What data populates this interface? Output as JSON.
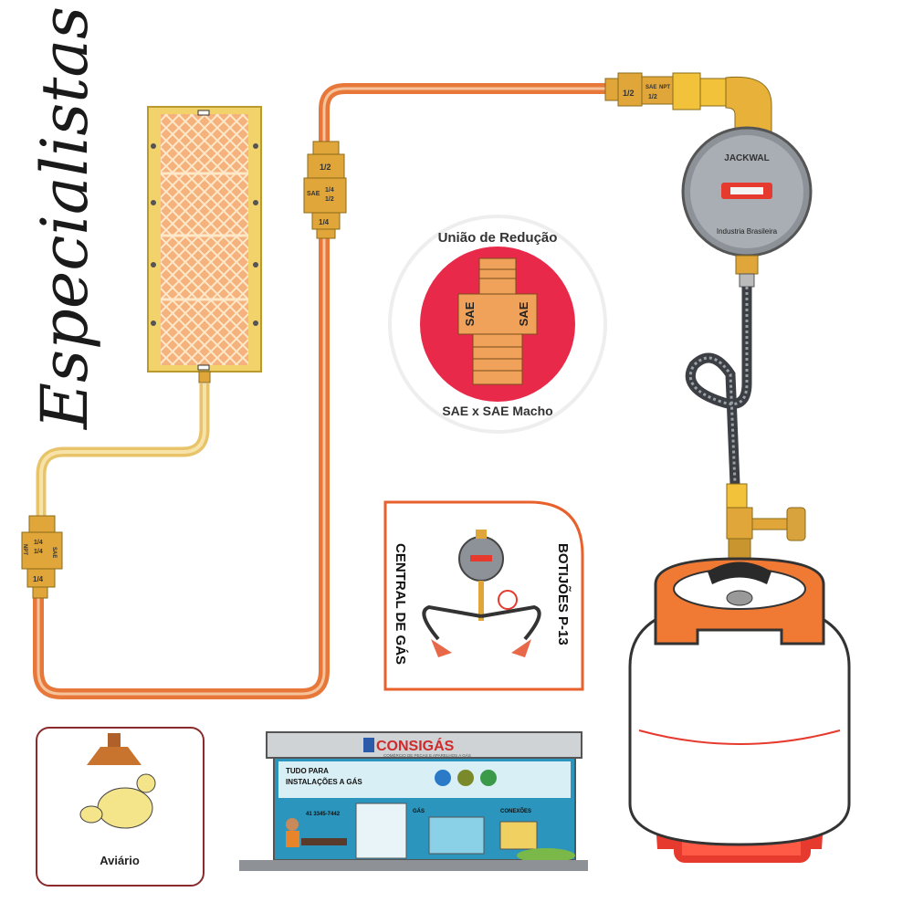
{
  "script_word": "Especialistas",
  "badge": {
    "top_text": "União de Redução",
    "bottom_text": "SAE x SAE Macho",
    "label_left": "SAE",
    "label_right": "SAE",
    "colors": {
      "circle": "#e8294a",
      "fitting": "#f0a25a"
    }
  },
  "fittings": {
    "top_left_a": "1/2",
    "top_left_b": "SAE",
    "top_left_c": "1/4",
    "top_left_d": "1/2",
    "top_left_e": "1/4",
    "top_right_a": "1/2",
    "top_right_b": "SAE",
    "top_right_c": "NPT",
    "top_right_d": "1/2",
    "bottom_left_a": "1/4",
    "bottom_left_b": "1/4",
    "bottom_left_c": "SAE",
    "bottom_left_d": "NPT",
    "bottom_left_e": "1/4"
  },
  "regulator": {
    "brand": "JACKWAL",
    "tagline": "Industria Brasileira",
    "color": "#9aa0a6"
  },
  "central_card": {
    "line1": "BOTIJÕES P-13",
    "line2": "CENTRAL DE GÁS",
    "border_color": "#e8602c"
  },
  "aviario_card": {
    "label": "Aviário",
    "border_color": "#8a2a2a"
  },
  "store": {
    "brand": "CONSIGÁS",
    "tagline": "COMÉRCIO DE PEÇAS E APARELHOS A GÁS",
    "slogan_line1": "TUDO PARA",
    "slogan_line2": "INSTALAÇÕES A GÁS",
    "phone": "41 3345-7442",
    "section_gas": "GÁS",
    "section_conexoes": "CONEXÕES"
  },
  "colors": {
    "pipe": "#e8783a",
    "pipe_light": "#f6c49c",
    "brass": "#e0a63a",
    "cylinder_band": "#f07a33",
    "cylinder_red": "#e63a2e"
  }
}
